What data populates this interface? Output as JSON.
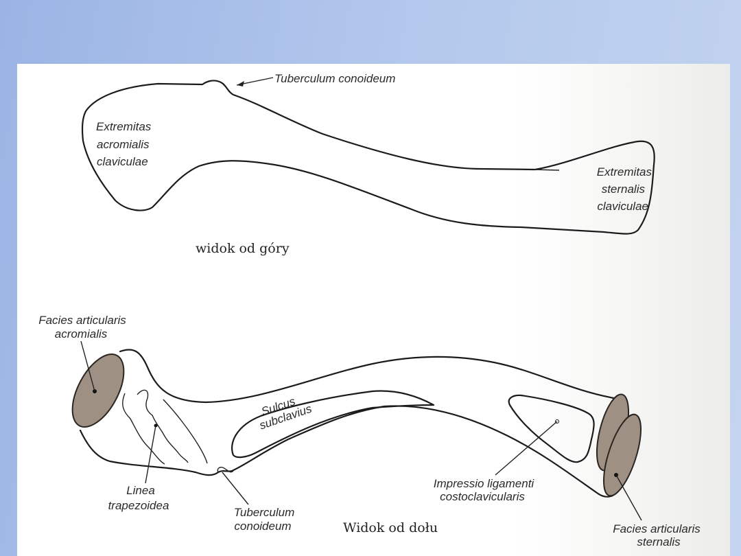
{
  "top_view": {
    "caption": "widok od góry",
    "labels": {
      "tuberculum": "Tuberculum conoideum",
      "acromial": [
        "Extremitas",
        "acromialis",
        "claviculae"
      ],
      "sternal": [
        "Extremitas",
        "sternalis",
        "claviculae"
      ]
    }
  },
  "bottom_view": {
    "caption": "Widok od dołu",
    "labels": {
      "facies_acromialis": [
        "Facies articularis",
        "acromialis"
      ],
      "linea": [
        "Linea",
        "trapezoidea"
      ],
      "tuberculum": [
        "Tuberculum",
        "conoideum"
      ],
      "sulcus": [
        "Sulcus",
        "subclavius"
      ],
      "impressio": [
        "Impressio ligamenti",
        "costoclavicularis"
      ],
      "facies_sternalis": [
        "Facies articularis",
        "sternalis"
      ]
    }
  },
  "colors": {
    "background": "#a9bfe8",
    "facet": "#9e9183"
  }
}
